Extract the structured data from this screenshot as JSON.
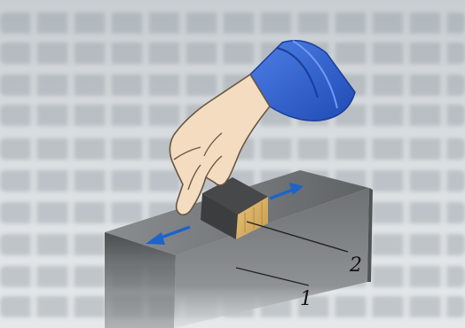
{
  "figure": {
    "callouts": [
      {
        "id": "block",
        "label": "1"
      },
      {
        "id": "workpiece",
        "label": "2"
      }
    ],
    "colors": {
      "block_top": "#7c7f82",
      "block_front": "#5c5f62",
      "block_side": "#4a4d50",
      "workpiece_top": "#4a4b4d",
      "workpiece_face": "#d9b56a",
      "sleeve": "#2f5fd0",
      "skin": "#f2d9bd",
      "arrow": "#1e63c8"
    }
  }
}
